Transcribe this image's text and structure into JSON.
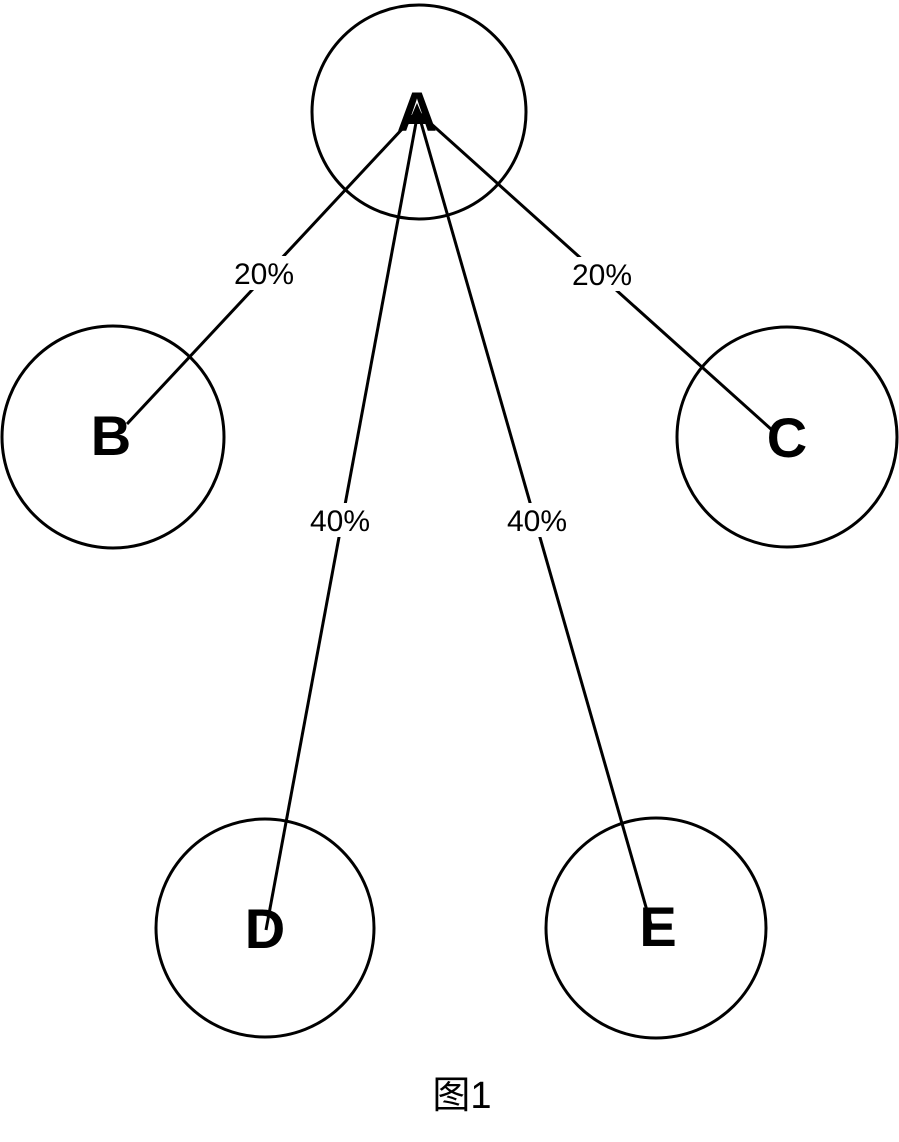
{
  "figure": {
    "caption": "图1",
    "type": "tree-diagram",
    "background_color": "#ffffff",
    "stroke_color": "#000000",
    "arrow": {
      "at_node": "A",
      "direction": "up"
    }
  },
  "nodes": [
    {
      "id": "A",
      "label": "A"
    },
    {
      "id": "B",
      "label": "B"
    },
    {
      "id": "C",
      "label": "C"
    },
    {
      "id": "D",
      "label": "D"
    },
    {
      "id": "E",
      "label": "E"
    }
  ],
  "edges": [
    {
      "from": "A",
      "to": "B",
      "label": "20%"
    },
    {
      "from": "A",
      "to": "C",
      "label": "20%"
    },
    {
      "from": "A",
      "to": "D",
      "label": "40%"
    },
    {
      "from": "A",
      "to": "E",
      "label": "40%"
    }
  ]
}
